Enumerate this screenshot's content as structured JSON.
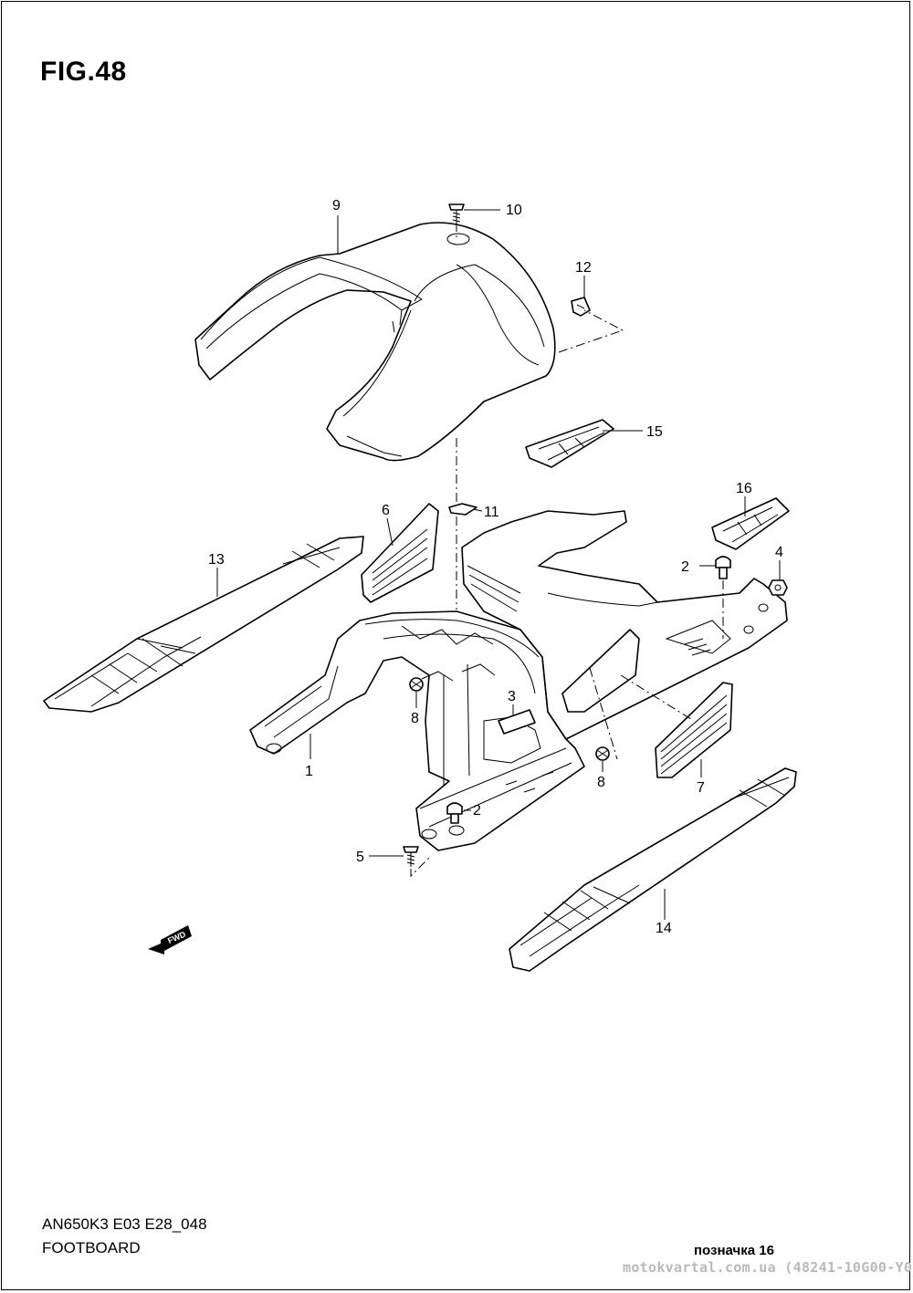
{
  "figure_title": "FIG.48",
  "model_code": "AN650K3 E03 E28_048",
  "section_name": "FOOTBOARD",
  "page_reference": "позначка 16",
  "watermark": "motokvartal.com.ua (48241-10G00-Y0...",
  "fwd_label": "FWD",
  "callouts": [
    "9",
    "10",
    "12",
    "15",
    "6",
    "11",
    "16",
    "13",
    "2",
    "4",
    "3",
    "8",
    "8",
    "1",
    "7",
    "2",
    "5",
    "14"
  ]
}
